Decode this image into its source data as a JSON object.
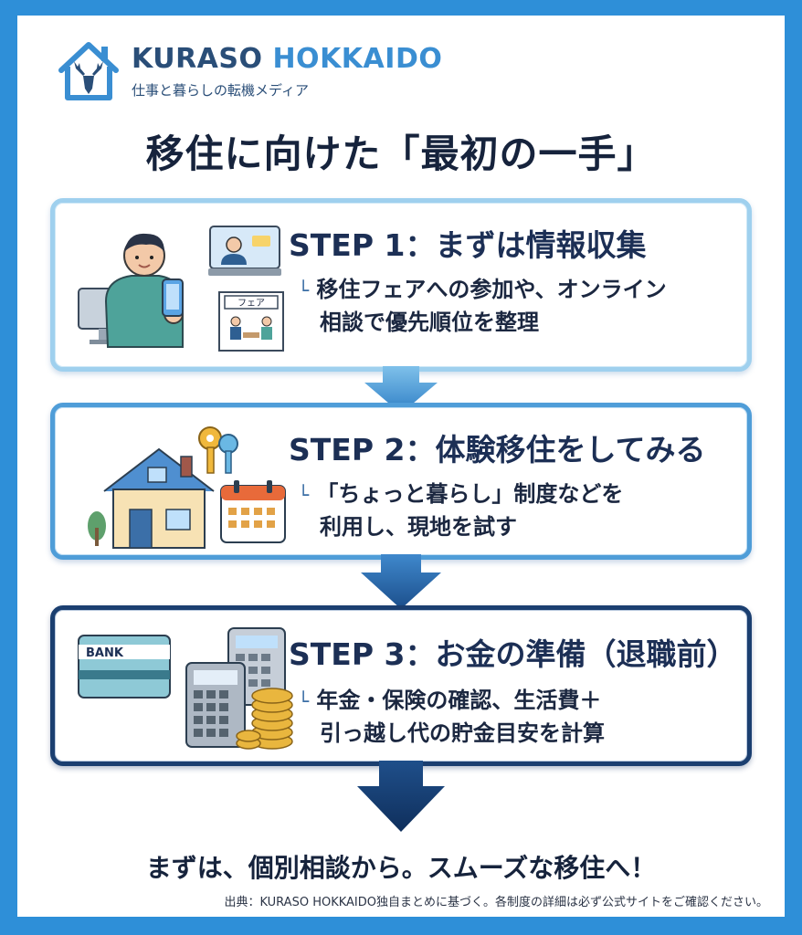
{
  "brand": {
    "name_part1": "KURASO ",
    "name_part2": "HOKKAIDO",
    "tagline": "仕事と暮らしの転機メディア"
  },
  "title": "移住に向けた「最初の一手」",
  "steps": [
    {
      "title": "STEP 1：まずは情報収集",
      "desc_line1": "移住フェアへの参加や、オンライン",
      "desc_line2": "相談で優先順位を整理",
      "illustration_label": "フェア"
    },
    {
      "title": "STEP 2：体験移住をしてみる",
      "desc_line1": "「ちょっと暮らし」制度などを",
      "desc_line2": "利用し、現地を試す"
    },
    {
      "title": "STEP 3：お金の準備（退職前）",
      "desc_line1": "年金・保険の確認、生活費＋",
      "desc_line2": "引っ越し代の貯金目安を計算",
      "illustration_label": "BANK"
    }
  ],
  "desc_marker": "└",
  "cta": "まずは、個別相談から。スムーズな移住へ！",
  "footnote": "出典：KURASO HOKKAIDO独自まとめに基づく。各制度の詳細は必ず公式サイトをご確認ください。",
  "colors": {
    "frame": "#2e8fd8",
    "step1_border": "#9fd0ee",
    "step2_border": "#4f9dd8",
    "step3_border": "#1b3f70",
    "title_text": "#16233c"
  },
  "icons": [
    "house-deer-logo-icon",
    "person-phone-icon",
    "video-call-icon",
    "fair-booth-icon",
    "house-icon",
    "keys-icon",
    "calendar-icon",
    "bank-card-icon",
    "calculator-icon",
    "coins-icon",
    "arrow-down-icon"
  ]
}
